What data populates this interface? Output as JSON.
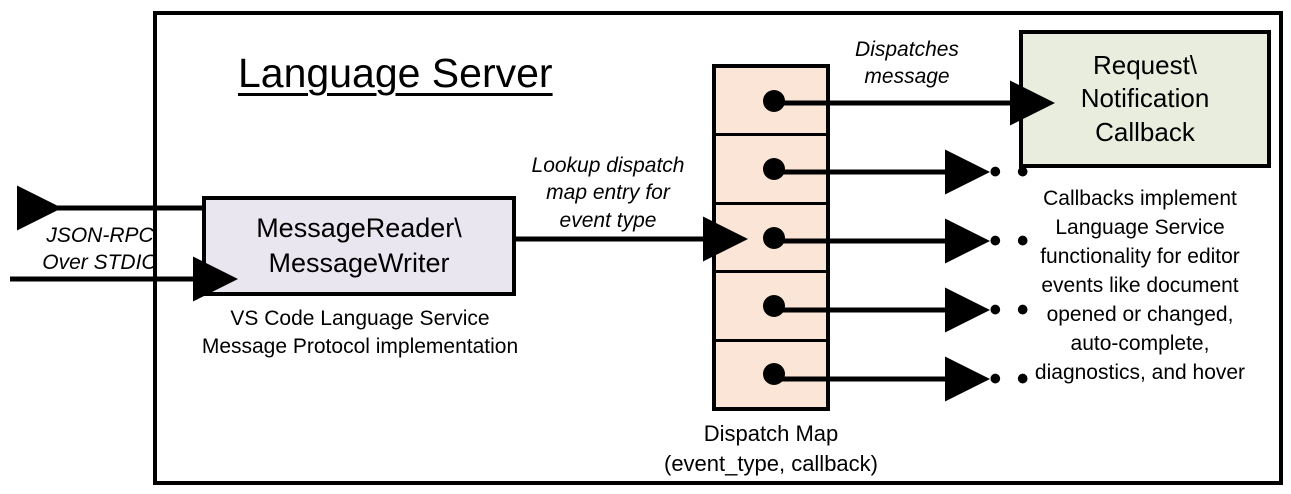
{
  "diagram": {
    "title": "Language Server",
    "colors": {
      "message_box_fill": "#EAE6F0",
      "dispatch_map_fill": "#FBE5D6",
      "callback_box_fill": "#E8EDDE",
      "stroke": "#000000",
      "background": "#FFFFFF"
    }
  },
  "message_component": {
    "label": "MessageReader\\\nMessageWriter",
    "caption": "VS Code Language Service\nMessage Protocol implementation"
  },
  "dispatch_map": {
    "caption": "Dispatch Map\n(event_type, callback)",
    "row_count": 5,
    "rows": [
      {
        "dot": "dispatch-entry-dot"
      },
      {
        "dot": "dispatch-entry-dot"
      },
      {
        "dot": "dispatch-entry-dot"
      },
      {
        "dot": "dispatch-entry-dot"
      },
      {
        "dot": "dispatch-entry-dot"
      }
    ]
  },
  "callback_component": {
    "label": "Request\\\nNotification\nCallback",
    "caption": "Callbacks implement\nLanguage Service\nfunctionality for editor\nevents like document\nopened or changed,\nauto-complete,\ndiagnostics, and hover"
  },
  "edges": {
    "transport_label": "JSON-RPC\nOver STDIO",
    "lookup_label": "Lookup dispatch\nmap entry for\nevent type",
    "dispatches_label": "Dispatches\nmessage",
    "ellipsis": "• • •",
    "ellipsis_items": [
      "• • •",
      "• • •",
      "• • •",
      "• • •"
    ]
  }
}
